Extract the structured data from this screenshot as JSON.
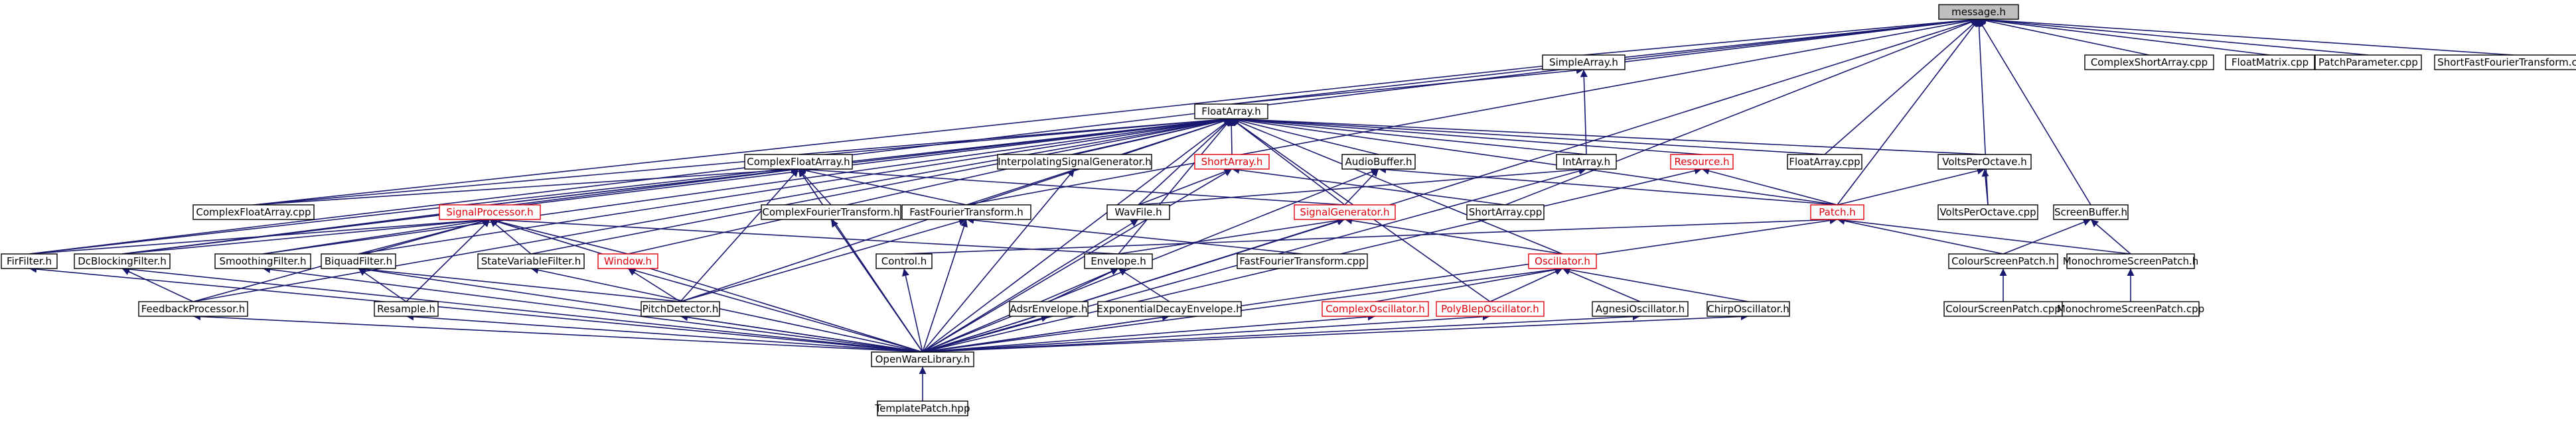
{
  "colors": {
    "edge": "#191970",
    "node_border": "#000000",
    "node_border_incomplete": "#e0000b",
    "root_fill": "#bfbfbf"
  },
  "graph": {
    "nodes": [
      {
        "id": "message",
        "label": "message.h",
        "style": "root"
      },
      {
        "id": "simplearray",
        "label": "SimpleArray.h"
      },
      {
        "id": "complexshortarraycpp",
        "label": "ComplexShortArray.cpp"
      },
      {
        "id": "floatmatrixcpp",
        "label": "FloatMatrix.cpp"
      },
      {
        "id": "patchparametercpp",
        "label": "PatchParameter.cpp"
      },
      {
        "id": "shortfftcpp",
        "label": "ShortFastFourierTransform.cpp"
      },
      {
        "id": "floatarray",
        "label": "FloatArray.h"
      },
      {
        "id": "complexfloatarray",
        "label": "ComplexFloatArray.h"
      },
      {
        "id": "interpolatingsg",
        "label": "InterpolatingSignalGenerator.h"
      },
      {
        "id": "shortarray",
        "label": "ShortArray.h",
        "style": "red"
      },
      {
        "id": "audiobuffer",
        "label": "AudioBuffer.h"
      },
      {
        "id": "intarray",
        "label": "IntArray.h"
      },
      {
        "id": "resource",
        "label": "Resource.h",
        "style": "red"
      },
      {
        "id": "floatarraycpp",
        "label": "FloatArray.cpp"
      },
      {
        "id": "voltsperoctave",
        "label": "VoltsPerOctave.h"
      },
      {
        "id": "complexfloatarraycpp",
        "label": "ComplexFloatArray.cpp"
      },
      {
        "id": "complexfft",
        "label": "ComplexFourierTransform.h"
      },
      {
        "id": "fastfft",
        "label": "FastFourierTransform.h"
      },
      {
        "id": "wavfile",
        "label": "WavFile.h"
      },
      {
        "id": "signalgenerator",
        "label": "SignalGenerator.h",
        "style": "red"
      },
      {
        "id": "shortarraycpp",
        "label": "ShortArray.cpp"
      },
      {
        "id": "patch",
        "label": "Patch.h",
        "style": "red"
      },
      {
        "id": "voltsperoctavecpp",
        "label": "VoltsPerOctave.cpp"
      },
      {
        "id": "screenbuffer",
        "label": "ScreenBuffer.h"
      },
      {
        "id": "signalprocessor",
        "label": "SignalProcessor.h",
        "style": "red"
      },
      {
        "id": "firfilter",
        "label": "FirFilter.h"
      },
      {
        "id": "dcblocking",
        "label": "DcBlockingFilter.h"
      },
      {
        "id": "smoothing",
        "label": "SmoothingFilter.h"
      },
      {
        "id": "biquad",
        "label": "BiquadFilter.h"
      },
      {
        "id": "statevariable",
        "label": "StateVariableFilter.h"
      },
      {
        "id": "window",
        "label": "Window.h",
        "style": "red"
      },
      {
        "id": "control",
        "label": "Control.h"
      },
      {
        "id": "envelope",
        "label": "Envelope.h"
      },
      {
        "id": "fastfftcpp",
        "label": "FastFourierTransform.cpp"
      },
      {
        "id": "oscillator",
        "label": "Oscillator.h",
        "style": "red"
      },
      {
        "id": "colourscreenpatch",
        "label": "ColourScreenPatch.h"
      },
      {
        "id": "monoscreenpatch",
        "label": "MonochromeScreenPatch.h"
      },
      {
        "id": "feedback",
        "label": "FeedbackProcessor.h"
      },
      {
        "id": "resample",
        "label": "Resample.h"
      },
      {
        "id": "pitchdetector",
        "label": "PitchDetector.h"
      },
      {
        "id": "adsr",
        "label": "AdsrEnvelope.h"
      },
      {
        "id": "expdecay",
        "label": "ExponentialDecayEnvelope.h"
      },
      {
        "id": "complexosc",
        "label": "ComplexOscillator.h",
        "style": "red"
      },
      {
        "id": "polyblep",
        "label": "PolyBlepOscillator.h",
        "style": "red"
      },
      {
        "id": "agnesi",
        "label": "AgnesiOscillator.h"
      },
      {
        "id": "chirp",
        "label": "ChirpOscillator.h"
      },
      {
        "id": "colourscreenpatchcpp",
        "label": "ColourScreenPatch.cpp"
      },
      {
        "id": "monoscreenpatchcpp",
        "label": "MonochromeScreenPatch.cpp"
      },
      {
        "id": "openware",
        "label": "OpenWareLibrary.h"
      },
      {
        "id": "templatepatch",
        "label": "TemplatePatch.hpp"
      }
    ],
    "edges": [
      [
        "simplearray",
        "message"
      ],
      [
        "complexshortarraycpp",
        "message"
      ],
      [
        "floatmatrixcpp",
        "message"
      ],
      [
        "patchparametercpp",
        "message"
      ],
      [
        "shortfftcpp",
        "message"
      ],
      [
        "floatarray",
        "message"
      ],
      [
        "complexfloatarraycpp",
        "message"
      ],
      [
        "fastfft",
        "message"
      ],
      [
        "shortarraycpp",
        "message"
      ],
      [
        "floatarraycpp",
        "message"
      ],
      [
        "voltsperoctavecpp",
        "message"
      ],
      [
        "screenbuffer",
        "message"
      ],
      [
        "firfilter",
        "message"
      ],
      [
        "patch",
        "message"
      ],
      [
        "openware",
        "message"
      ],
      [
        "floatarray",
        "simplearray"
      ],
      [
        "intarray",
        "simplearray"
      ],
      [
        "complexfloatarray",
        "floatarray"
      ],
      [
        "interpolatingsg",
        "floatarray"
      ],
      [
        "shortarray",
        "floatarray"
      ],
      [
        "audiobuffer",
        "floatarray"
      ],
      [
        "intarray",
        "floatarray"
      ],
      [
        "resource",
        "floatarray"
      ],
      [
        "floatarraycpp",
        "floatarray"
      ],
      [
        "voltsperoctave",
        "floatarray"
      ],
      [
        "complexfloatarraycpp",
        "floatarray"
      ],
      [
        "fastfft",
        "floatarray"
      ],
      [
        "wavfile",
        "floatarray"
      ],
      [
        "signalgenerator",
        "floatarray"
      ],
      [
        "patch",
        "floatarray"
      ],
      [
        "signalprocessor",
        "floatarray"
      ],
      [
        "firfilter",
        "floatarray"
      ],
      [
        "dcblocking",
        "floatarray"
      ],
      [
        "smoothing",
        "floatarray"
      ],
      [
        "biquad",
        "floatarray"
      ],
      [
        "statevariable",
        "floatarray"
      ],
      [
        "window",
        "floatarray"
      ],
      [
        "envelope",
        "floatarray"
      ],
      [
        "oscillator",
        "floatarray"
      ],
      [
        "feedback",
        "floatarray"
      ],
      [
        "pitchdetector",
        "floatarray"
      ],
      [
        "polyblep",
        "floatarray"
      ],
      [
        "openware",
        "floatarray"
      ],
      [
        "complexfloatarraycpp",
        "complexfloatarray"
      ],
      [
        "complexfft",
        "complexfloatarray"
      ],
      [
        "fastfft",
        "complexfloatarray"
      ],
      [
        "signalgenerator",
        "complexfloatarray"
      ],
      [
        "signalprocessor",
        "complexfloatarray"
      ],
      [
        "dcblocking",
        "complexfloatarray"
      ],
      [
        "pitchdetector",
        "complexfloatarray"
      ],
      [
        "openware",
        "complexfloatarray"
      ],
      [
        "openware",
        "interpolatingsg"
      ],
      [
        "shortarraycpp",
        "shortarray"
      ],
      [
        "wavfile",
        "shortarray"
      ],
      [
        "openware",
        "shortarray"
      ],
      [
        "signalgenerator",
        "audiobuffer"
      ],
      [
        "patch",
        "audiobuffer"
      ],
      [
        "openware",
        "audiobuffer"
      ],
      [
        "patch",
        "resource"
      ],
      [
        "openware",
        "resource"
      ],
      [
        "voltsperoctavecpp",
        "voltsperoctave"
      ],
      [
        "patch",
        "voltsperoctave"
      ],
      [
        "openware",
        "intarray"
      ],
      [
        "wavfile",
        "intarray"
      ],
      [
        "openware",
        "complexfft"
      ],
      [
        "fastfftcpp",
        "fastfft"
      ],
      [
        "pitchdetector",
        "fastfft"
      ],
      [
        "openware",
        "fastfft"
      ],
      [
        "openware",
        "wavfile"
      ],
      [
        "oscillator",
        "signalgenerator"
      ],
      [
        "envelope",
        "signalgenerator"
      ],
      [
        "openware",
        "signalgenerator"
      ],
      [
        "control",
        "patch"
      ],
      [
        "colourscreenpatch",
        "patch"
      ],
      [
        "monoscreenpatch",
        "patch"
      ],
      [
        "openware",
        "patch"
      ],
      [
        "colourscreenpatch",
        "screenbuffer"
      ],
      [
        "monoscreenpatch",
        "screenbuffer"
      ],
      [
        "firfilter",
        "signalprocessor"
      ],
      [
        "dcblocking",
        "signalprocessor"
      ],
      [
        "smoothing",
        "signalprocessor"
      ],
      [
        "biquad",
        "signalprocessor"
      ],
      [
        "statevariable",
        "signalprocessor"
      ],
      [
        "window",
        "signalprocessor"
      ],
      [
        "envelope",
        "signalprocessor"
      ],
      [
        "resample",
        "signalprocessor"
      ],
      [
        "feedback",
        "signalprocessor"
      ],
      [
        "openware",
        "signalprocessor"
      ],
      [
        "openware",
        "firfilter"
      ],
      [
        "feedback",
        "dcblocking"
      ],
      [
        "openware",
        "dcblocking"
      ],
      [
        "openware",
        "smoothing"
      ],
      [
        "resample",
        "biquad"
      ],
      [
        "pitchdetector",
        "biquad"
      ],
      [
        "openware",
        "biquad"
      ],
      [
        "openware",
        "statevariable"
      ],
      [
        "pitchdetector",
        "window"
      ],
      [
        "openware",
        "window"
      ],
      [
        "openware",
        "control"
      ],
      [
        "adsr",
        "envelope"
      ],
      [
        "expdecay",
        "envelope"
      ],
      [
        "openware",
        "envelope"
      ],
      [
        "complexosc",
        "oscillator"
      ],
      [
        "polyblep",
        "oscillator"
      ],
      [
        "agnesi",
        "oscillator"
      ],
      [
        "chirp",
        "oscillator"
      ],
      [
        "openware",
        "oscillator"
      ],
      [
        "colourscreenpatchcpp",
        "colourscreenpatch"
      ],
      [
        "monoscreenpatchcpp",
        "monoscreenpatch"
      ],
      [
        "openware",
        "feedback"
      ],
      [
        "openware",
        "resample"
      ],
      [
        "openware",
        "pitchdetector"
      ],
      [
        "openware",
        "adsr"
      ],
      [
        "openware",
        "expdecay"
      ],
      [
        "openware",
        "complexosc"
      ],
      [
        "openware",
        "polyblep"
      ],
      [
        "openware",
        "agnesi"
      ],
      [
        "openware",
        "chirp"
      ],
      [
        "templatepatch",
        "openware"
      ]
    ]
  }
}
